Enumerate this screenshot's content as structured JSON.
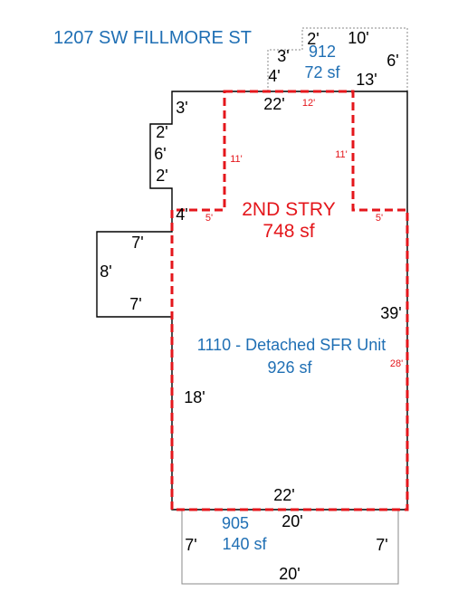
{
  "address": "1207 SW FILLMORE ST",
  "colors": {
    "wall": "#000000",
    "outline_gray": "#8a8a8a",
    "second_story": "#e4161b",
    "area_label": "#1f6fb4"
  },
  "areas": {
    "main": {
      "code": "1110 - Detached SFR Unit",
      "sf": "926 sf"
    },
    "second_story": {
      "name": "2ND STRY",
      "sf": "748 sf"
    },
    "porch_top": {
      "code": "912",
      "sf": "72 sf"
    },
    "porch_bottom": {
      "code": "905",
      "sf": "140 sf"
    }
  },
  "dims": {
    "top_2": "2'",
    "top_10": "10'",
    "top_3": "3'",
    "top_6": "6'",
    "top_4": "4'",
    "top_13": "13'",
    "top_22": "22'",
    "left_3": "3'",
    "left_2a": "2'",
    "left_6": "6'",
    "left_2b": "2'",
    "left_4": "4'",
    "bump_7a": "7'",
    "bump_8": "8'",
    "bump_7b": "7'",
    "right_39": "39'",
    "left_18": "18'",
    "bottom_22": "22'",
    "bot_20a": "20'",
    "bot_7a": "7'",
    "bot_7b": "7'",
    "bot_20b": "20'"
  },
  "dims_second_story": {
    "top_12": "12'",
    "left_11": "11'",
    "right_11": "11'",
    "left_5": "5'",
    "right_5": "5'",
    "right_28": "28'"
  }
}
